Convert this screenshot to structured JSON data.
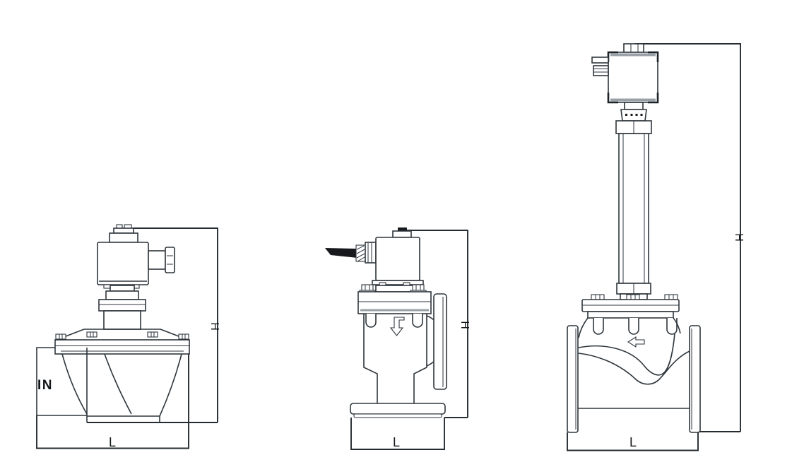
{
  "colors": {
    "background": "#ffffff",
    "line": "#2e363c",
    "accent_gray": "#99a1a7",
    "cable_black": "#17191c",
    "label_text": "#14171a"
  },
  "drawings": [
    {
      "name": "right-angle-pulse-valve",
      "inlet_label": "IN",
      "height_label": "H",
      "length_label": "L"
    },
    {
      "name": "angle-valve-side-flange",
      "height_label": "H",
      "length_label": "L"
    },
    {
      "name": "long-stem-flanged-valve",
      "height_label": "H",
      "length_label": "L"
    }
  ]
}
